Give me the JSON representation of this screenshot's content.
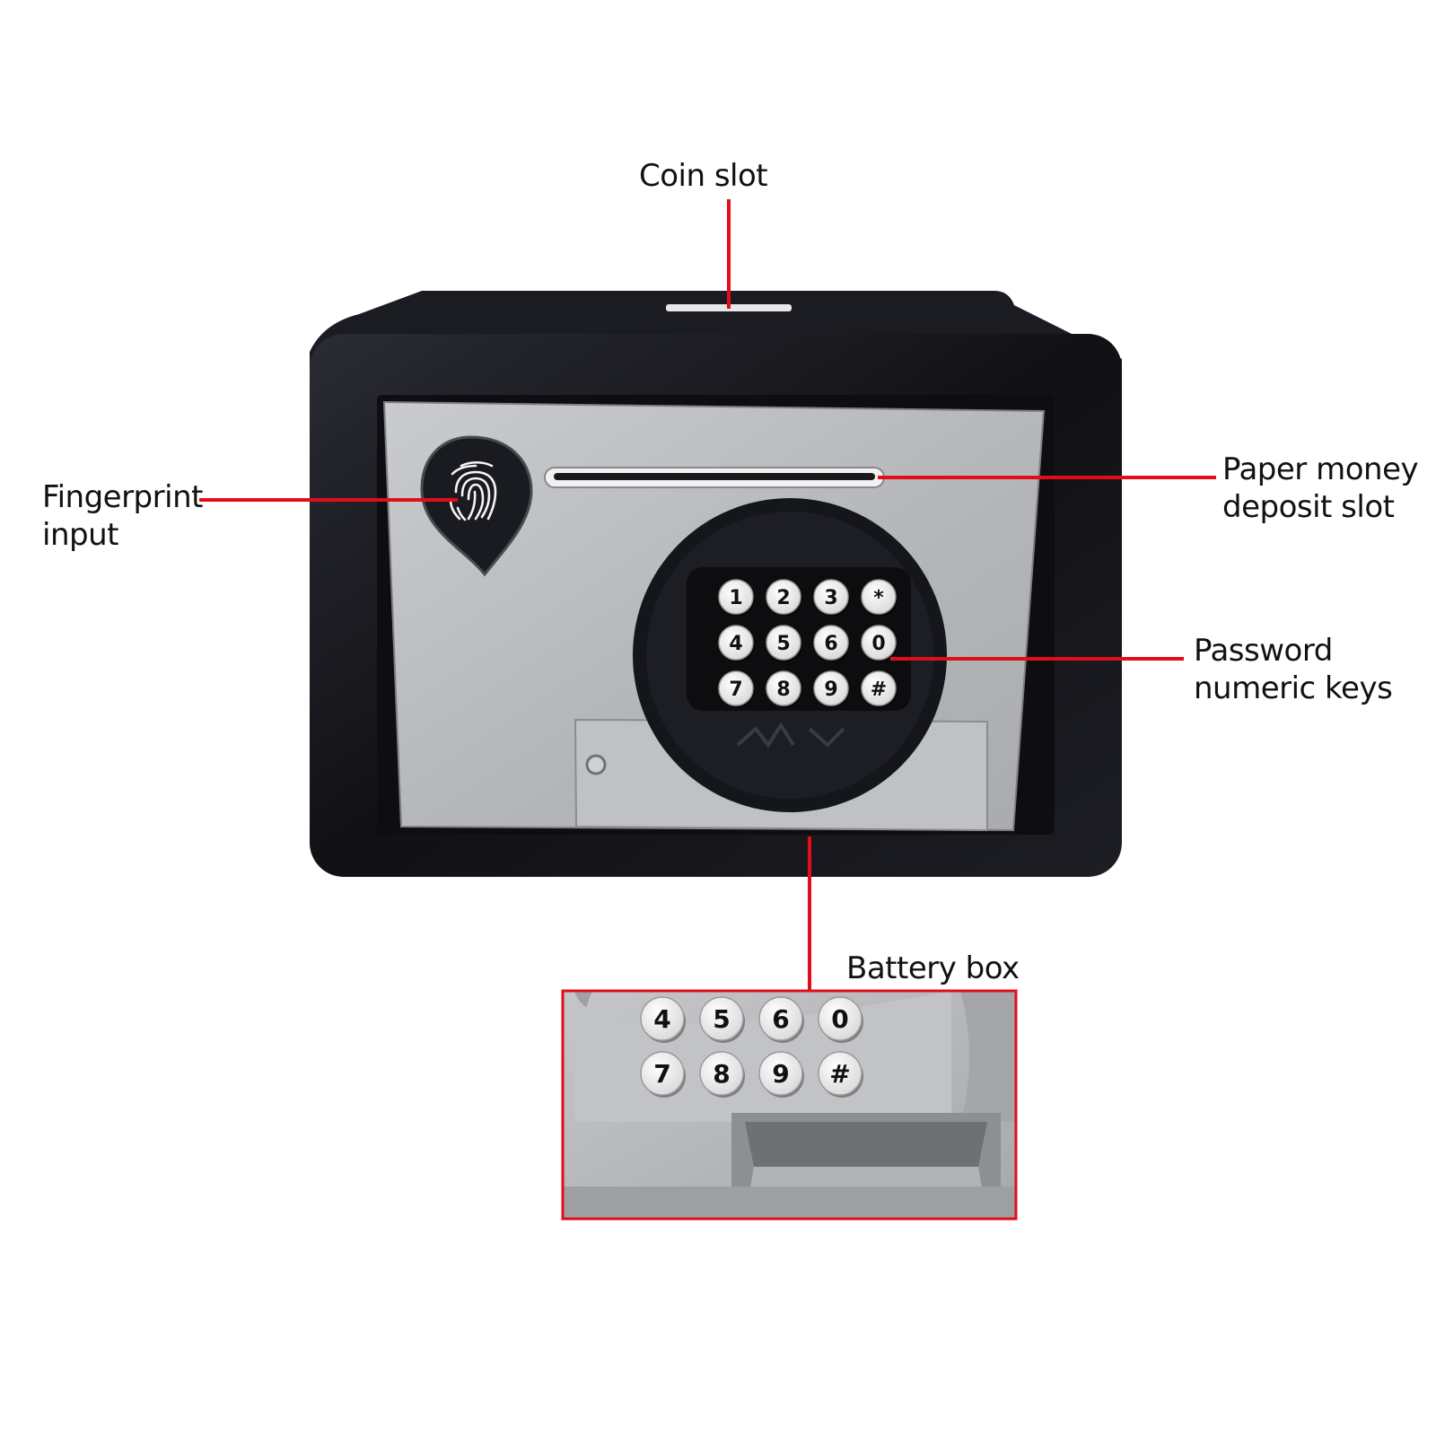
{
  "labels": {
    "coin_slot": "Coin slot",
    "fingerprint": [
      "Fingerprint",
      "input"
    ],
    "paper_money": [
      "Paper money",
      "deposit slot"
    ],
    "password": [
      "Password",
      "numeric keys"
    ],
    "battery_box": "Battery box"
  },
  "keypad": {
    "rows": [
      [
        "1",
        "2",
        "3",
        "*"
      ],
      [
        "4",
        "5",
        "6",
        "0"
      ],
      [
        "7",
        "8",
        "9",
        "#"
      ]
    ]
  },
  "inset_keypad": {
    "rows": [
      [
        "4",
        "5",
        "6",
        "0"
      ],
      [
        "7",
        "8",
        "9",
        "#"
      ]
    ]
  },
  "colors": {
    "leader": "#e10e1a",
    "safe_body": "#141418",
    "panel": "#b8babd",
    "key": "#f4f4f4"
  },
  "icons": [
    "fingerprint-icon"
  ]
}
